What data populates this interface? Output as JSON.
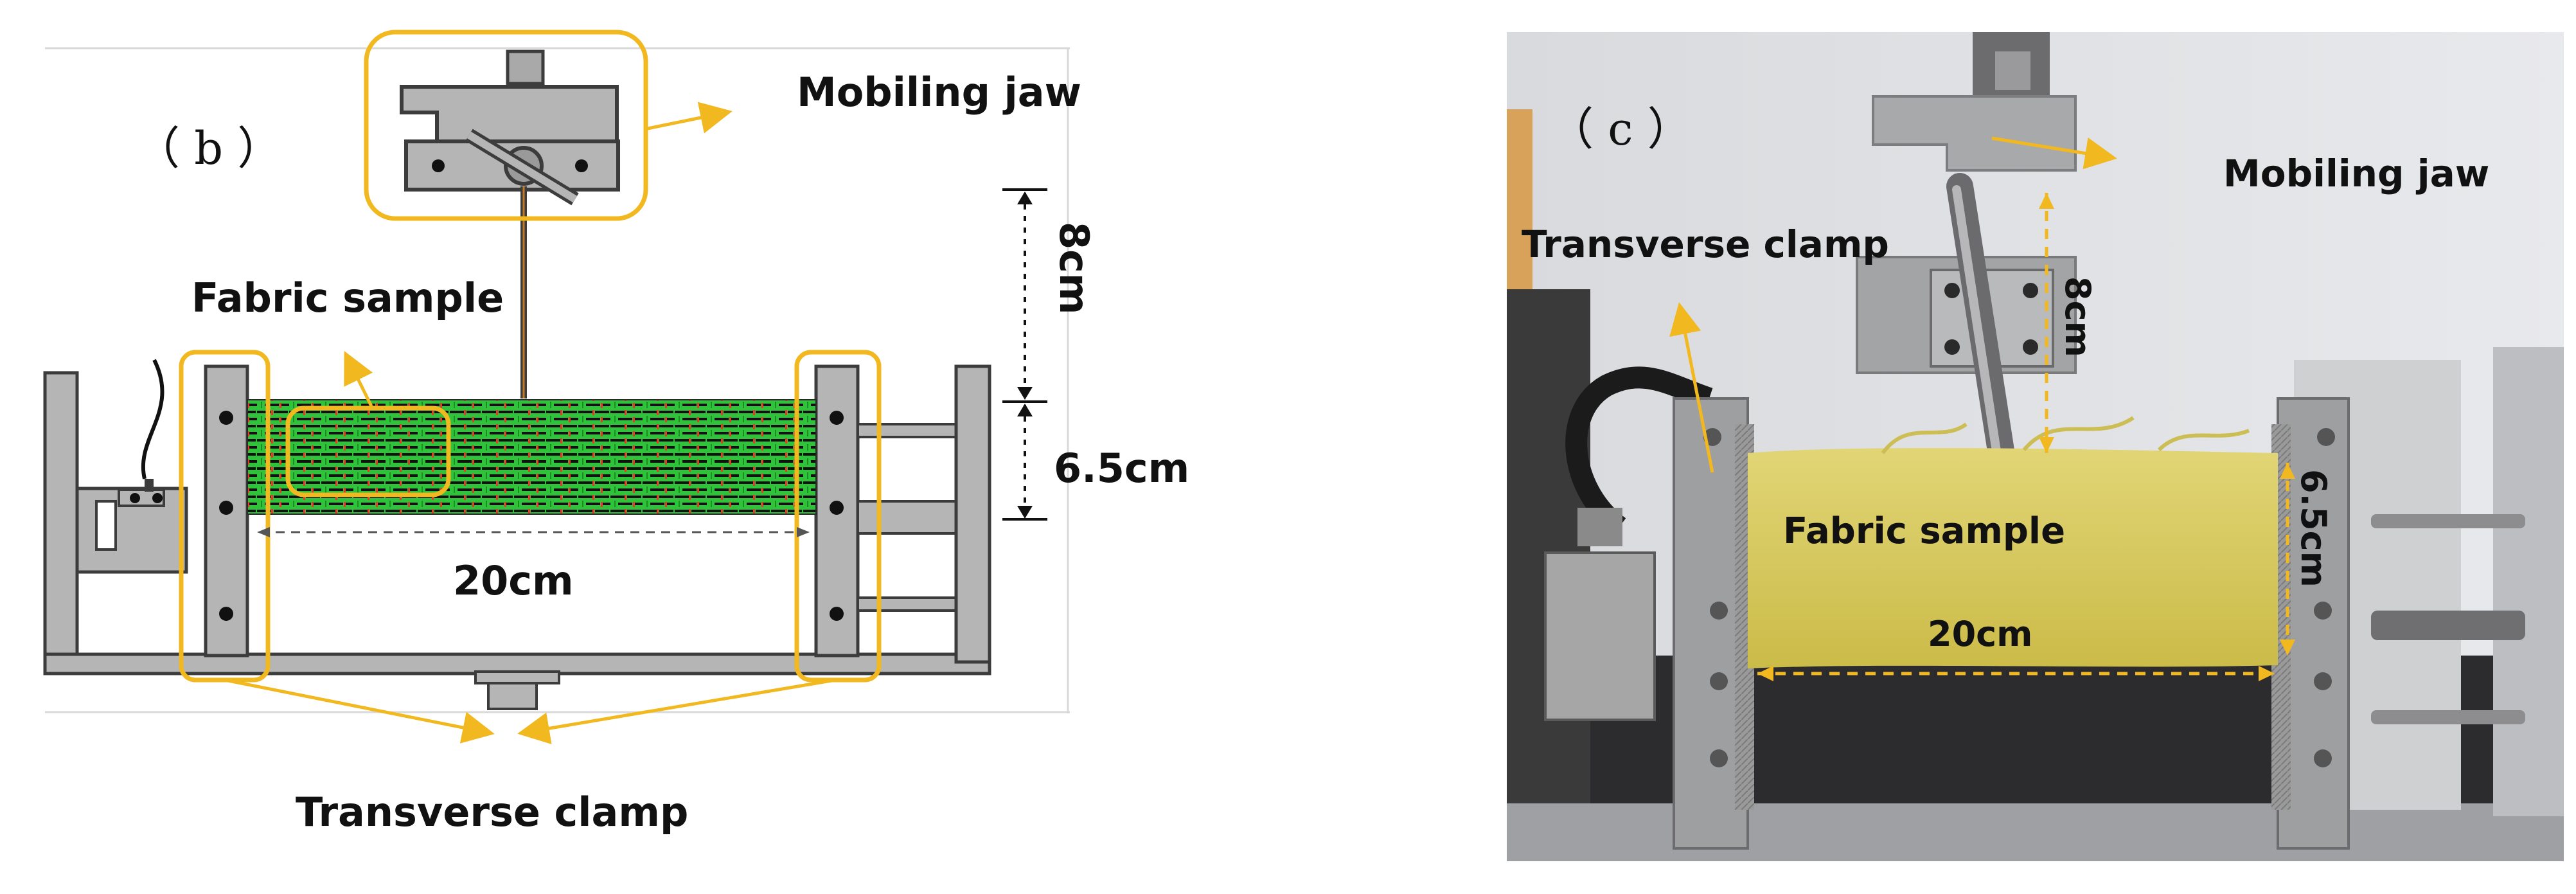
{
  "panel_b": {
    "label": "（ b ）",
    "mobiling_jaw": "Mobiling jaw",
    "fabric_sample": "Fabric sample",
    "transverse_clamp": "Transverse clamp",
    "dim_height": "8cm",
    "dim_sample_height": "6.5cm",
    "dim_width": "20cm"
  },
  "panel_c": {
    "label": "（ c ）",
    "mobiling_jaw": "Mobiling jaw",
    "transverse_clamp": "Transverse clamp",
    "fabric_sample": "Fabric sample",
    "dim_height": "8cm",
    "dim_sample_height": "6.5cm",
    "dim_width": "20cm"
  },
  "colors": {
    "callout": "#f2b81f",
    "steel": "#b5b5b5",
    "steel_dark": "#3c3c3c",
    "fabric_green": "#2fc23a",
    "fabric_yellow": "#d8c85a",
    "photo_bg": "#e3e4e6"
  }
}
